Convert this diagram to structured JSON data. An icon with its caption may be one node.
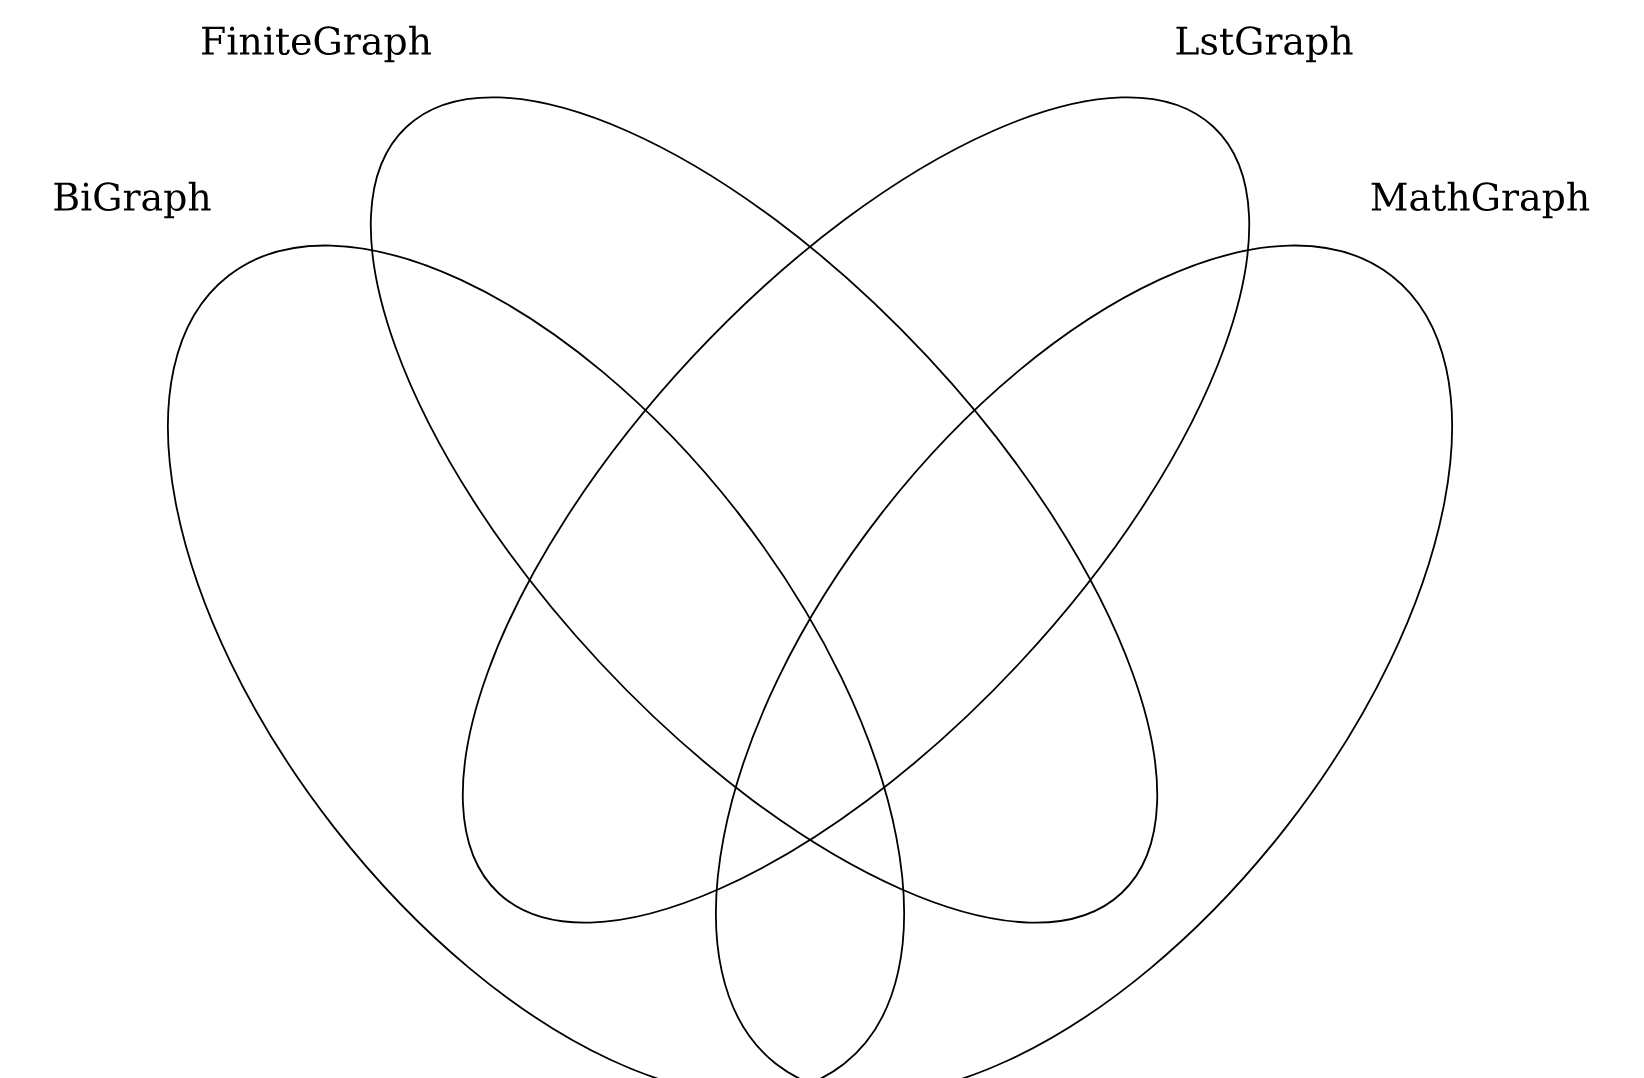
{
  "diagram": {
    "nodes": [
      {
        "text": [
          "BiGraph"
        ]
      },
      {
        "text": [
          "FiniteGraph"
        ]
      },
      {
        "text": [
          "LstGraph"
        ]
      },
      {
        "text": [
          "MathGraph"
        ]
      }
    ]
  }
}
